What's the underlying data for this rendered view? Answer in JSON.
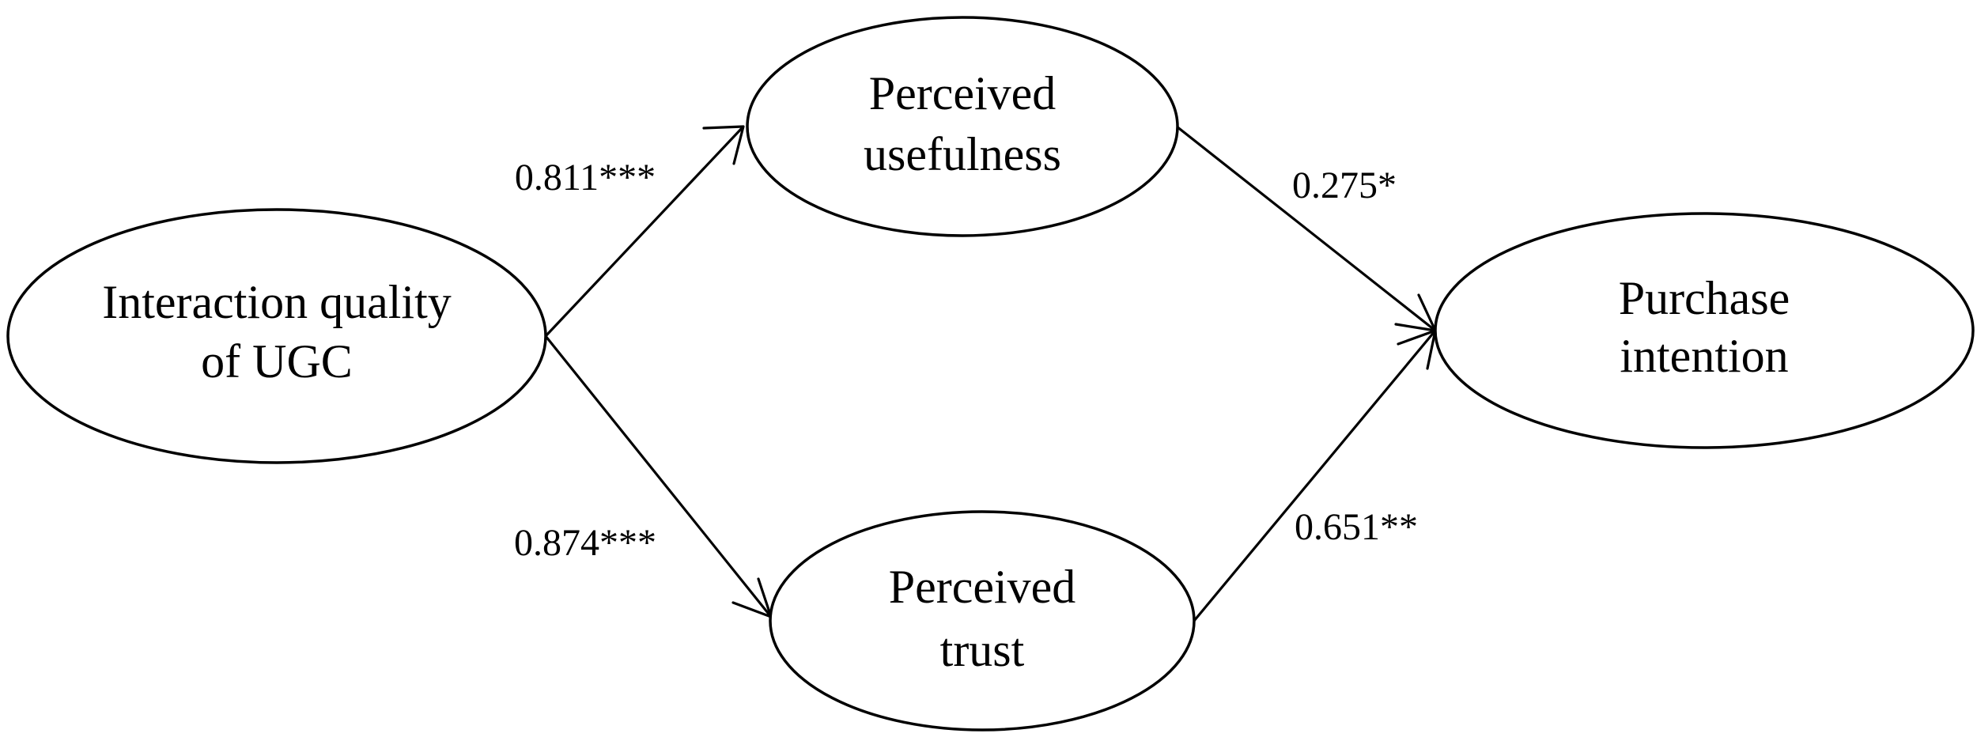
{
  "nodes": {
    "interaction_quality": {
      "lines": [
        "Interaction quality",
        "of UGC"
      ]
    },
    "perceived_usefulness": {
      "lines": [
        "Perceived",
        "usefulness"
      ]
    },
    "perceived_trust": {
      "lines": [
        "Perceived",
        "trust"
      ]
    },
    "purchase_intention": {
      "lines": [
        "Purchase",
        "intention"
      ]
    }
  },
  "edges": [
    {
      "from": "interaction_quality",
      "to": "perceived_usefulness",
      "coefficient": "0.811***"
    },
    {
      "from": "interaction_quality",
      "to": "perceived_trust",
      "coefficient": "0.874***"
    },
    {
      "from": "perceived_usefulness",
      "to": "purchase_intention",
      "coefficient": "0.275*"
    },
    {
      "from": "perceived_trust",
      "to": "purchase_intention",
      "coefficient": "0.651**"
    }
  ]
}
